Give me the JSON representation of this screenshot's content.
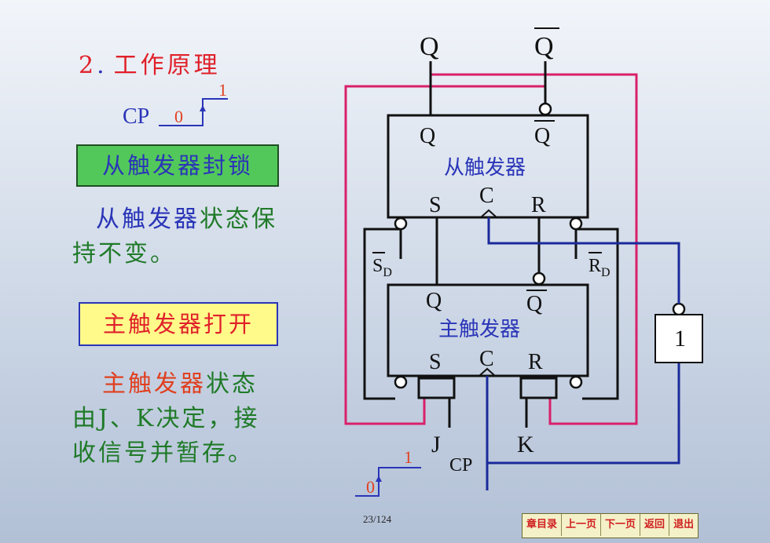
{
  "heading": {
    "num": "2",
    "dot": ".",
    "text": "工作原理"
  },
  "cp_waveform": {
    "label": "CP",
    "low": "0",
    "high": "1"
  },
  "slave_locked_box": "从触发器封锁",
  "para1": {
    "red": "",
    "blue1": "从触发器",
    "blue2": "状态保",
    "line2": "持不变。"
  },
  "master_open_box": "主触发器打开",
  "para2": {
    "red": "主触发器",
    "green1": "状态",
    "line2": "由J、K决定，接",
    "line3": "收信号并暂存。"
  },
  "circuit": {
    "top_Q": "Q",
    "top_Qbar": "Q",
    "slave": {
      "q": "Q",
      "qbar": "Q",
      "name": "从触发器",
      "s": "S",
      "c": "C",
      "r": "R"
    },
    "master": {
      "q": "Q",
      "qbar": "Q",
      "name": "主触发器",
      "s": "S",
      "c": "C",
      "r": "R"
    },
    "sd": "S",
    "sd_sub": "D",
    "rd": "R",
    "rd_sub": "D",
    "inverter": "1",
    "j": "J",
    "k": "K",
    "cp": "CP",
    "cp_wave_low": "0",
    "cp_wave_high": "1"
  },
  "page_number": "23/124",
  "nav": [
    "章目录",
    "上一页",
    "下一页",
    "返回",
    "退出"
  ],
  "colors": {
    "wire_blue": "#1a2a9a",
    "wire_pink": "#d8206a",
    "wire_black": "#111111"
  }
}
